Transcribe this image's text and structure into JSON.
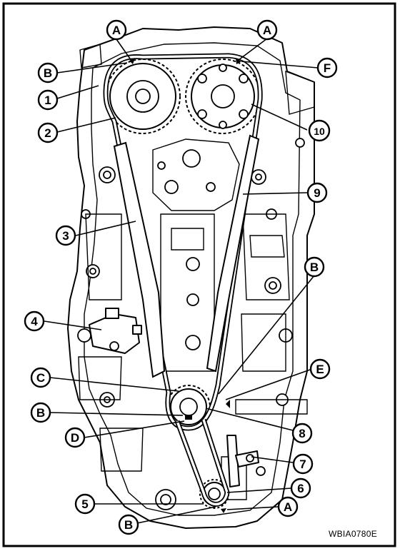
{
  "figure": {
    "code": "WBIA0780E",
    "background": "#ffffff",
    "line_color": "#000000"
  },
  "callouts": [
    {
      "id": "A-top-left",
      "label": "A"
    },
    {
      "id": "A-top-right",
      "label": "A"
    },
    {
      "id": "B-top-left",
      "label": "B"
    },
    {
      "id": "F",
      "label": "F"
    },
    {
      "id": "1",
      "label": "1"
    },
    {
      "id": "2",
      "label": "2"
    },
    {
      "id": "10",
      "label": "10"
    },
    {
      "id": "9",
      "label": "9"
    },
    {
      "id": "3",
      "label": "3"
    },
    {
      "id": "B-mid-right",
      "label": "B"
    },
    {
      "id": "4",
      "label": "4"
    },
    {
      "id": "E",
      "label": "E"
    },
    {
      "id": "C",
      "label": "C"
    },
    {
      "id": "B-mid-left",
      "label": "B"
    },
    {
      "id": "8",
      "label": "8"
    },
    {
      "id": "D",
      "label": "D"
    },
    {
      "id": "7",
      "label": "7"
    },
    {
      "id": "6",
      "label": "6"
    },
    {
      "id": "5",
      "label": "5"
    },
    {
      "id": "A-bottom",
      "label": "A"
    },
    {
      "id": "B-bottom",
      "label": "B"
    }
  ]
}
